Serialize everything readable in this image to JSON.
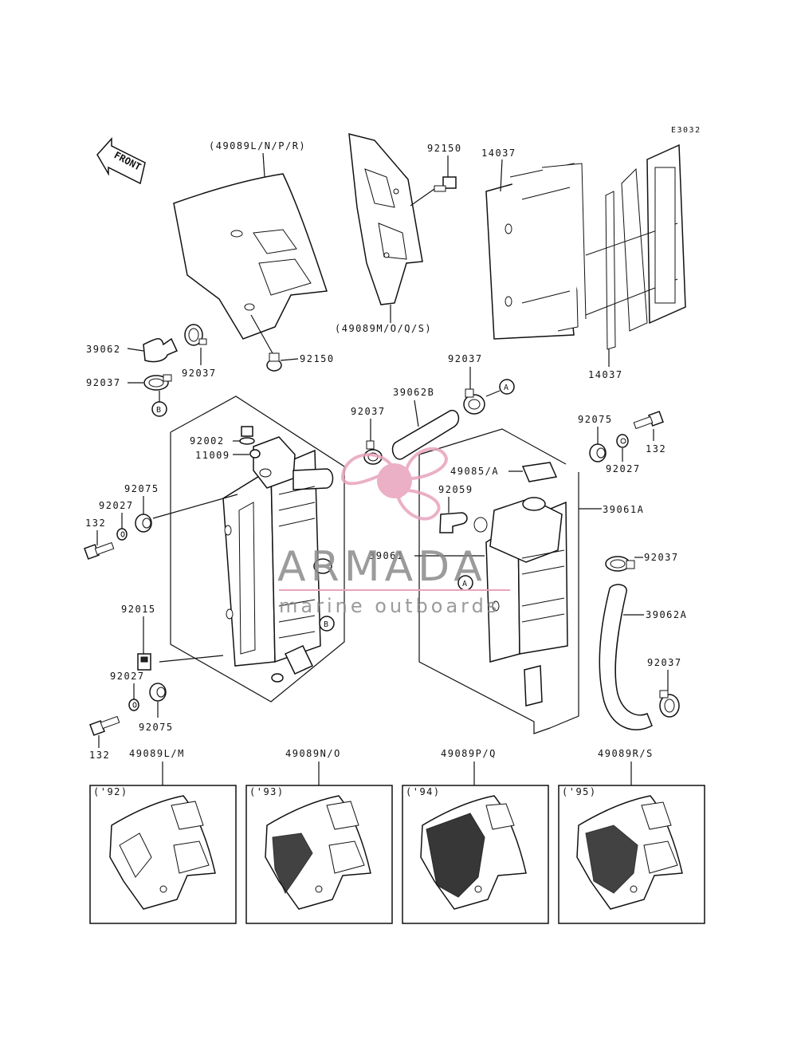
{
  "diagram_code": "E3032",
  "front_label": "FRONT",
  "callouts": {
    "A": "A",
    "B": "B"
  },
  "parts": {
    "shroud_top": "(49089L/N/P/R)",
    "shroud_inner": "(49089M/O/Q/S)",
    "bolt_top": "92150",
    "bolt_mid": "92150",
    "grille_a": "14037",
    "grille_b": "14037",
    "hose_39062": "39062",
    "clamp_92037_a": "92037",
    "clamp_92037_b": "92037",
    "clamp_92037_c": "92037",
    "clamp_92037_d": "92037",
    "clamp_92037_e": "92037",
    "clamp_92037_f": "92037",
    "hose_39062b": "39062B",
    "cap_92002": "92002",
    "gasket_11009": "11009",
    "grommet_92075_a": "92075",
    "grommet_92075_b": "92075",
    "grommet_92075_c": "92075",
    "collar_92027_a": "92027",
    "collar_92027_b": "92027",
    "collar_92027_c": "92027",
    "bolt_132_a": "132",
    "bolt_132_b": "132",
    "bolt_132_c": "132",
    "pad_49085": "49085/A",
    "hose_92059": "92059",
    "radiator_39061": "39061",
    "radiator_39061a": "39061A",
    "hose_39062a": "39062A",
    "clip_92015": "92015"
  },
  "variants": [
    {
      "part": "49089L/M",
      "year": "('92)"
    },
    {
      "part": "49089N/O",
      "year": "('93)"
    },
    {
      "part": "49089P/Q",
      "year": "('94)"
    },
    {
      "part": "49089R/S",
      "year": "('95)"
    }
  ],
  "watermark": {
    "brand": "ARMADA",
    "tagline": "marine outboards",
    "color": "#e8a3bd"
  }
}
